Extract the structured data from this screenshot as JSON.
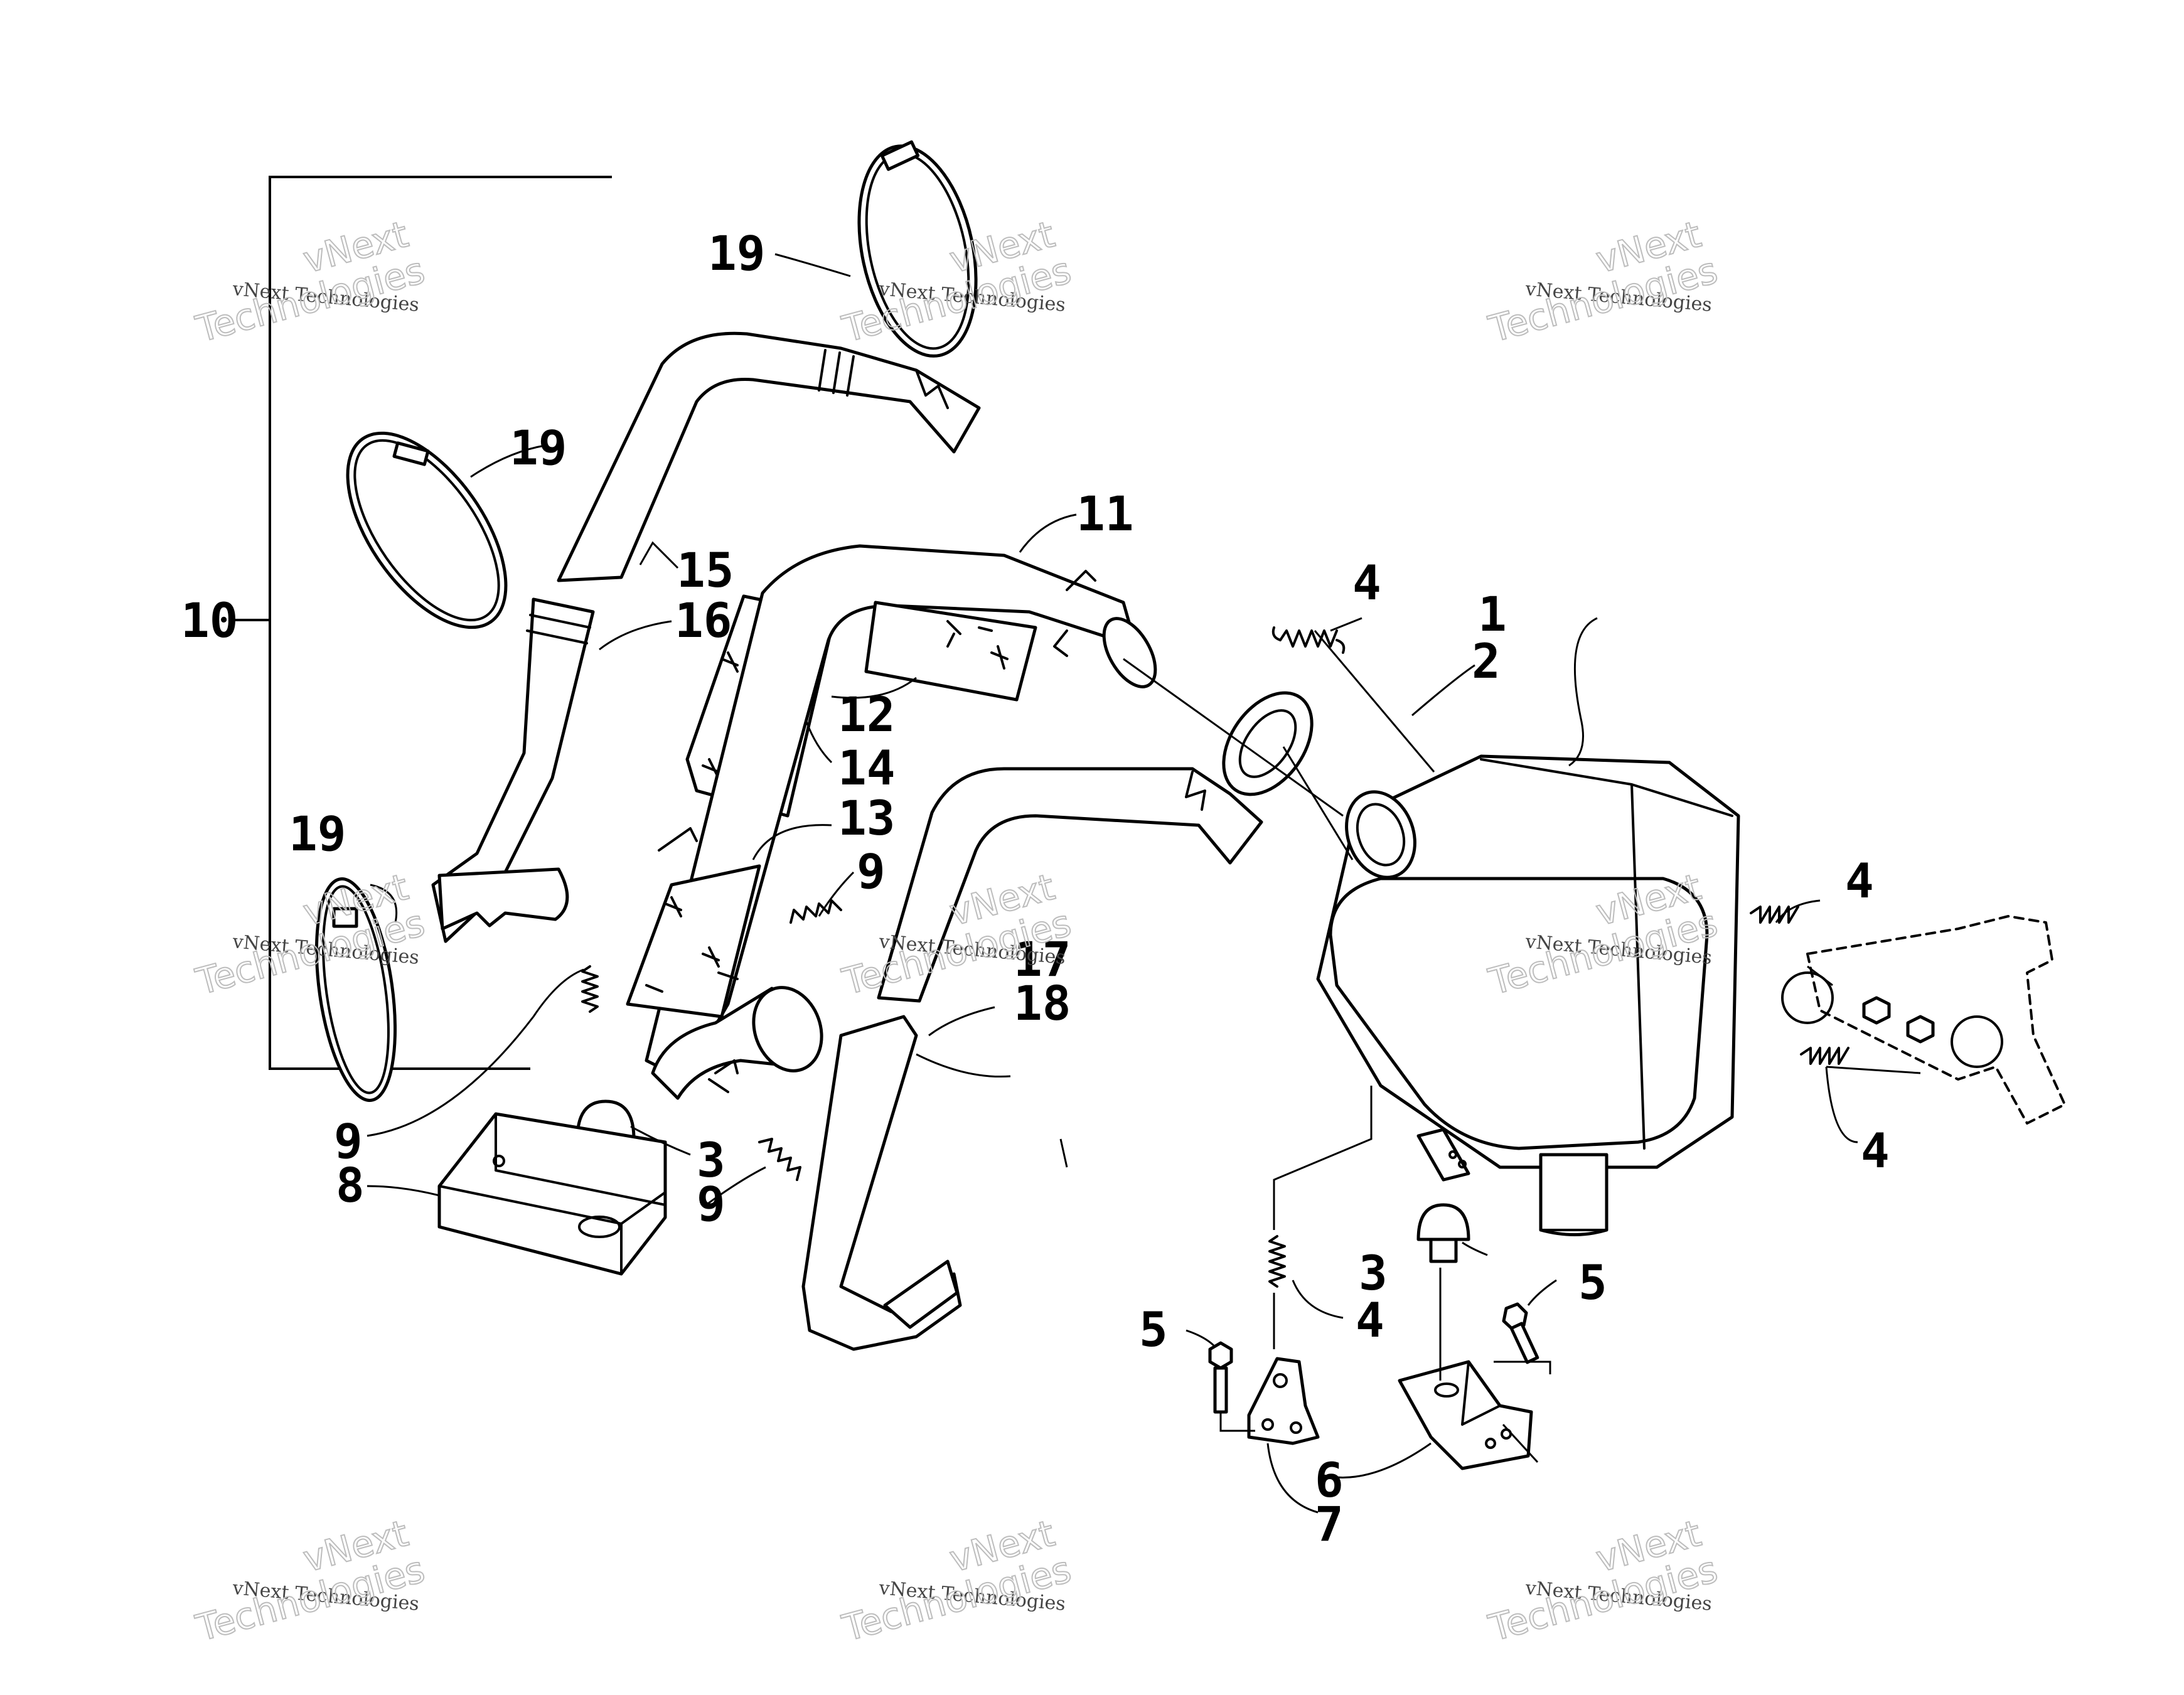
{
  "diagram": {
    "callouts": [
      {
        "id": "c10",
        "label": "10"
      },
      {
        "id": "c19a",
        "label": "19"
      },
      {
        "id": "c19b",
        "label": "19"
      },
      {
        "id": "c19c",
        "label": "19"
      },
      {
        "id": "c15",
        "label": "15"
      },
      {
        "id": "c16",
        "label": "16"
      },
      {
        "id": "c11",
        "label": "11"
      },
      {
        "id": "c12",
        "label": "12"
      },
      {
        "id": "c14",
        "label": "14"
      },
      {
        "id": "c13",
        "label": "13"
      },
      {
        "id": "c9a",
        "label": "9"
      },
      {
        "id": "c9b",
        "label": "9"
      },
      {
        "id": "c9c",
        "label": "9"
      },
      {
        "id": "c8",
        "label": "8"
      },
      {
        "id": "c3a",
        "label": "3"
      },
      {
        "id": "c3b",
        "label": "3"
      },
      {
        "id": "c17",
        "label": "17"
      },
      {
        "id": "c18",
        "label": "18"
      },
      {
        "id": "c4a",
        "label": "4"
      },
      {
        "id": "c4b",
        "label": "4"
      },
      {
        "id": "c4c",
        "label": "4"
      },
      {
        "id": "c4d",
        "label": "4"
      },
      {
        "id": "c1",
        "label": "1"
      },
      {
        "id": "c2",
        "label": "2"
      },
      {
        "id": "c5a",
        "label": "5"
      },
      {
        "id": "c5b",
        "label": "5"
      },
      {
        "id": "c6",
        "label": "6"
      },
      {
        "id": "c7",
        "label": "7"
      }
    ]
  },
  "watermark": {
    "line1": "vNext",
    "line2": "vNext Technologies",
    "line3": "Technologies"
  }
}
